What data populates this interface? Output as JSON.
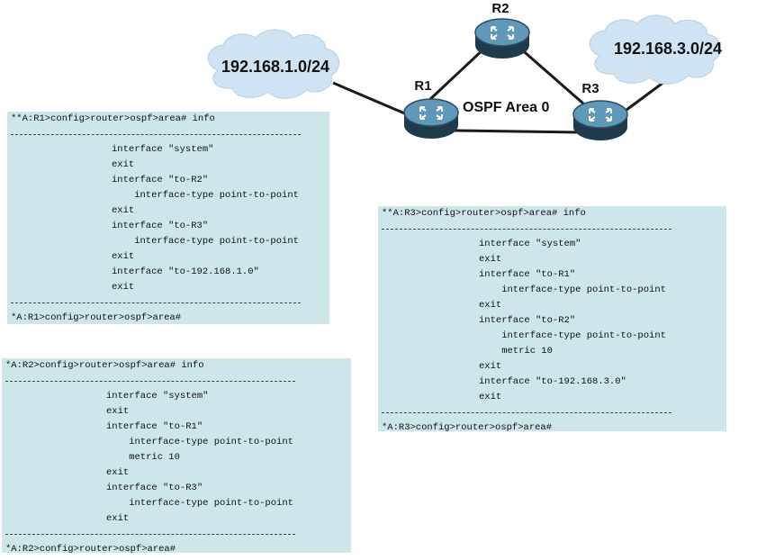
{
  "topology": {
    "area_label": "OSPF Area 0",
    "routers": [
      {
        "id": "r1",
        "label": "R1"
      },
      {
        "id": "r2",
        "label": "R2"
      },
      {
        "id": "r3",
        "label": "R3"
      }
    ],
    "networks": [
      {
        "id": "net1",
        "label": "192.168.1.0/24"
      },
      {
        "id": "net3",
        "label": "192.168.3.0/24"
      }
    ],
    "colors": {
      "link": "#1a1a1a",
      "router_body": "#5f98b8",
      "router_side": "#1e3a4c",
      "cloud": "#cfe3f3"
    }
  },
  "cli_r1": {
    "prompt": "**A:R1>config>router>ospf>area# info",
    "lines": [
      "interface \"system\"",
      "exit",
      "interface \"to-R2\"",
      "    interface-type point-to-point",
      "exit",
      "interface \"to-R3\"",
      "    interface-type point-to-point",
      "exit",
      "interface \"to-192.168.1.0\"",
      "exit"
    ],
    "end_prompt": "*A:R1>config>router>ospf>area#"
  },
  "cli_r2": {
    "prompt": "*A:R2>config>router>ospf>area# info",
    "lines": [
      "interface \"system\"",
      "exit",
      "interface \"to-R1\"",
      "    interface-type point-to-point",
      "    metric 10",
      "exit",
      "interface \"to-R3\"",
      "    interface-type point-to-point",
      "exit"
    ],
    "end_prompt": "*A:R2>config>router>ospf>area#"
  },
  "cli_r3": {
    "prompt": "**A:R3>config>router>ospf>area# info",
    "lines": [
      "interface \"system\"",
      "exit",
      "interface \"to-R1\"",
      "    interface-type point-to-point",
      "exit",
      "interface \"to-R2\"",
      "    interface-type point-to-point",
      "    metric 10",
      "exit",
      "interface \"to-192.168.3.0\"",
      "exit"
    ],
    "end_prompt": "*A:R3>config>router>ospf>area#"
  }
}
